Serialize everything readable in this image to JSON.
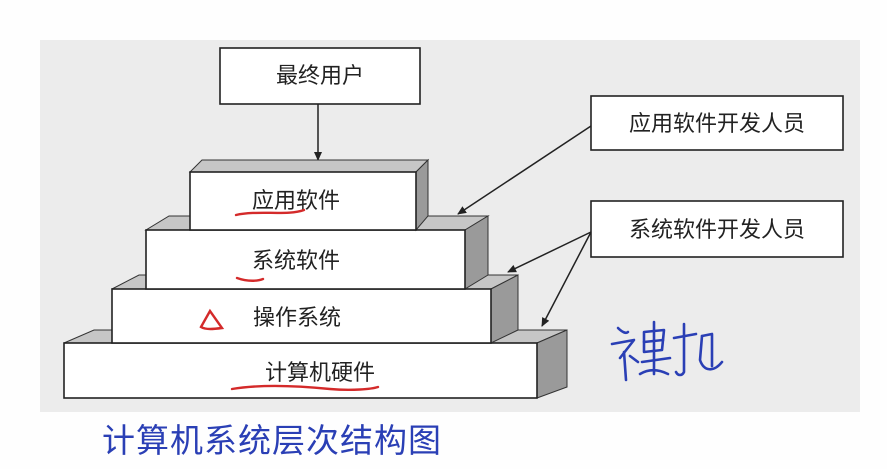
{
  "top_box": {
    "label": "最终用户"
  },
  "layers": {
    "app": "应用软件",
    "sys": "系统软件",
    "os": "操作系统",
    "hw": "计算机硬件"
  },
  "callouts": {
    "app_dev": "应用软件开发人员",
    "sys_dev": "系统软件开发人员"
  },
  "handwritten_note": "裸机",
  "caption": "计算机系统层次结构图",
  "colors": {
    "box_face": "#ffffff",
    "box_side": "#9a9a9a",
    "box_top": "#c6c6c6",
    "annotation_red": "#d42a2a",
    "ink_blue": "#2a3fb5",
    "caption_blue": "#2a3fb5"
  }
}
